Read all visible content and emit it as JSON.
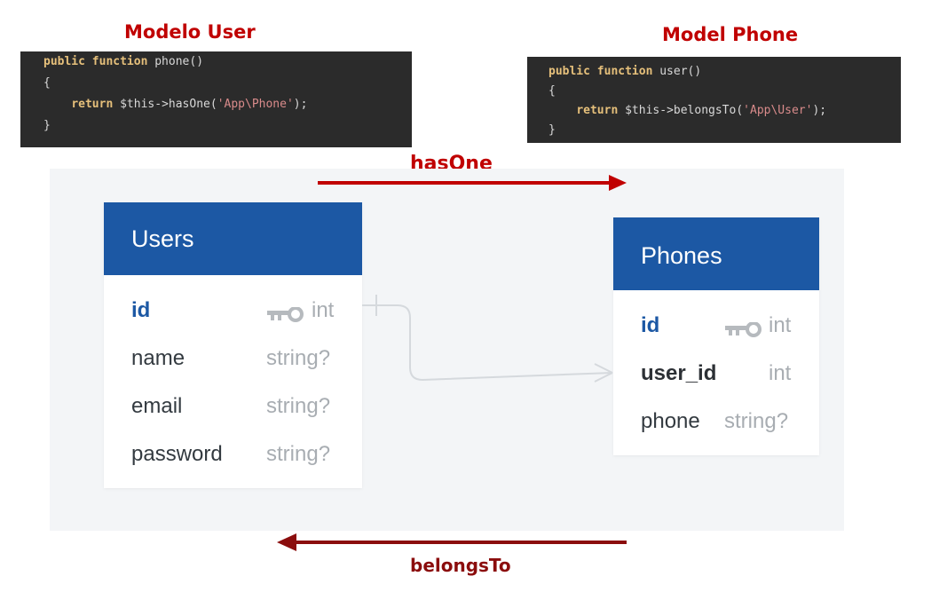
{
  "left_label": "Modelo User",
  "right_label": "Model Phone",
  "user_code": {
    "line1_kw": "public function",
    "line1_rest": " phone()",
    "line2": "{",
    "line3_kw": "return",
    "line3_mid": " $this->hasOne(",
    "line3_str": "'App\\Phone'",
    "line3_end": ");",
    "line4": "}"
  },
  "phone_code": {
    "line1_kw": "public function",
    "line1_rest": " user()",
    "line2": "{",
    "line3_kw": "return",
    "line3_mid": " $this->belongsTo(",
    "line3_str": "'App\\User'",
    "line3_end": ");",
    "line4": "}"
  },
  "arrow_top_label": "hasOne",
  "arrow_bottom_label": "belongsTo",
  "users_table": {
    "title": "Users",
    "columns": [
      {
        "name": "id",
        "type": "int",
        "key": true
      },
      {
        "name": "name",
        "type": "string?",
        "key": false
      },
      {
        "name": "email",
        "type": "string?",
        "key": false
      },
      {
        "name": "password",
        "type": "string?",
        "key": false
      }
    ]
  },
  "phones_table": {
    "title": "Phones",
    "columns": [
      {
        "name": "id",
        "type": "int",
        "key": true
      },
      {
        "name": "user_id",
        "type": "int",
        "key": false
      },
      {
        "name": "phone",
        "type": "string?",
        "key": false
      }
    ]
  },
  "colors": {
    "header_blue": "#1c58a4",
    "arrow_red": "#c00000",
    "arrow_dark_red": "#8b0d0d",
    "code_bg": "#2b2b2b"
  }
}
